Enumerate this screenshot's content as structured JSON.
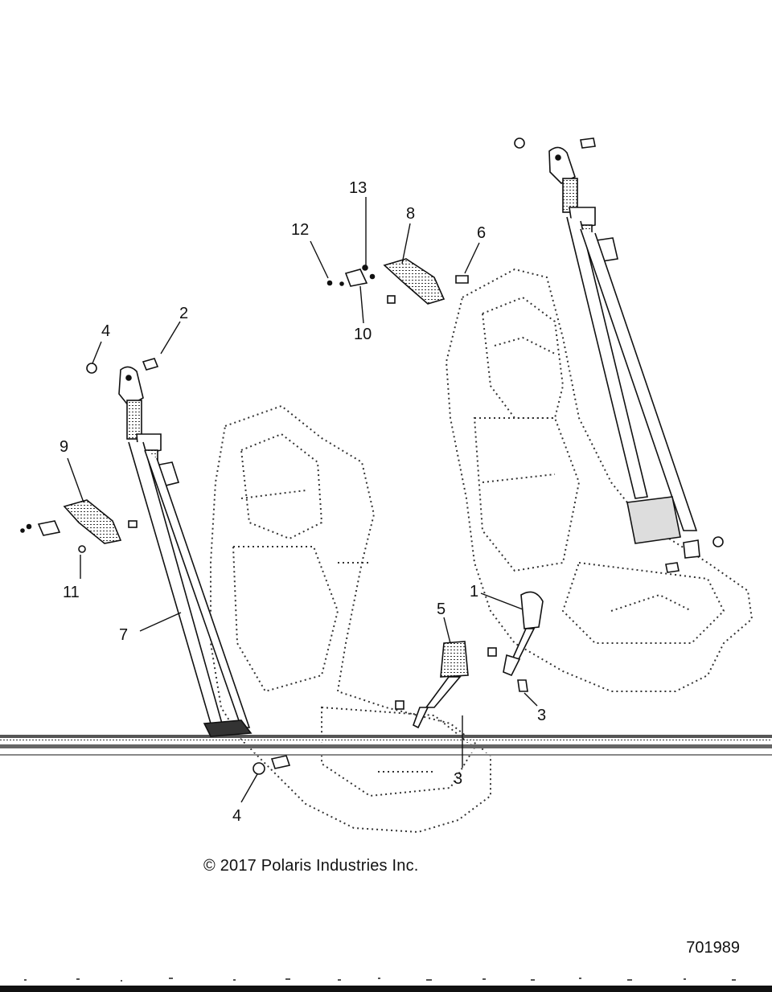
{
  "callouts": {
    "c1": "1",
    "c2": "2",
    "c3a": "3",
    "c3b": "3",
    "c4a": "4",
    "c4b": "4",
    "c5": "5",
    "c6": "6",
    "c7": "7",
    "c8": "8",
    "c9": "9",
    "c10": "10",
    "c11": "11",
    "c12": "12",
    "c13": "13"
  },
  "copyright": "© 2017 Polaris Industries Inc.",
  "figure_number": "701989",
  "colors": {
    "ink": "#111111",
    "seat_dots": "#444444",
    "paper": "#ffffff"
  }
}
